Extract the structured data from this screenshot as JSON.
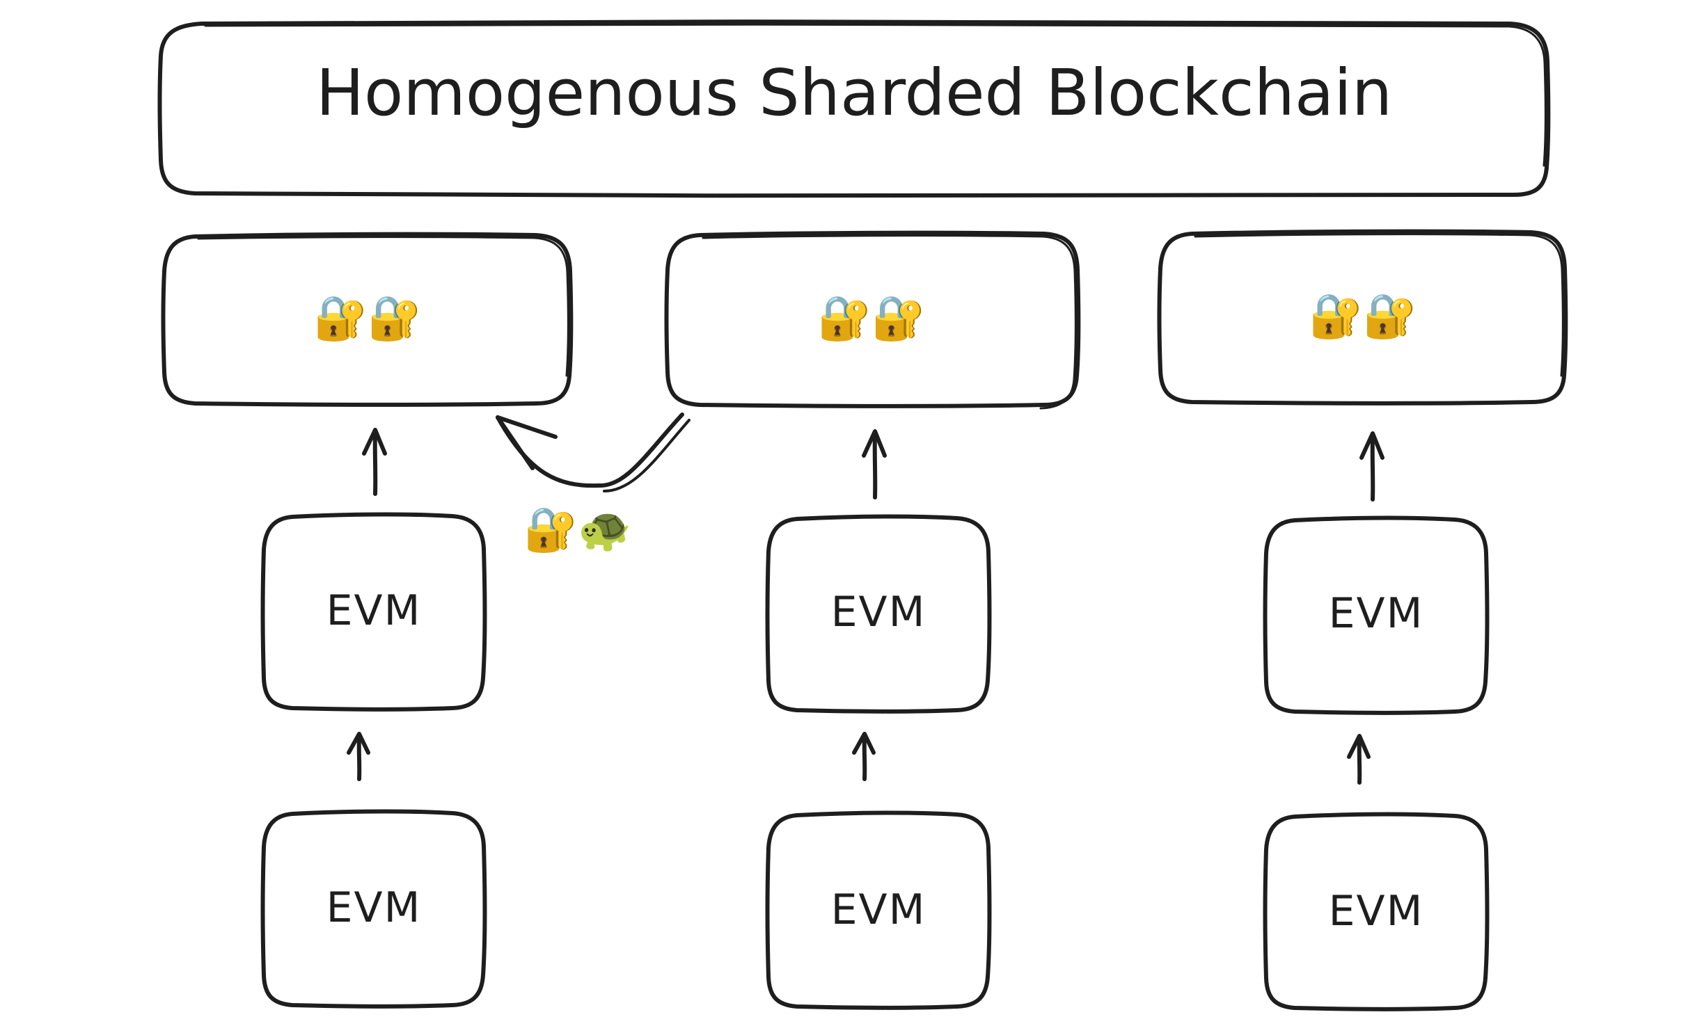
{
  "title": "Homogenous Sharded Blockchain",
  "shard_icons": {
    "lock_key": "🔐",
    "turtle": "🐢"
  },
  "shards": [
    {
      "top_icons": "🔐🔐",
      "middle_label": "EVM",
      "bottom_label": "EVM"
    },
    {
      "top_icons": "🔐🔐",
      "middle_label": "EVM",
      "bottom_label": "EVM"
    },
    {
      "top_icons": "🔐🔐",
      "middle_label": "EVM",
      "bottom_label": "EVM"
    }
  ],
  "cross_shard_annotation": "🔐🐢",
  "colors": {
    "stroke": "#1e1e1e",
    "background": "#ffffff"
  }
}
